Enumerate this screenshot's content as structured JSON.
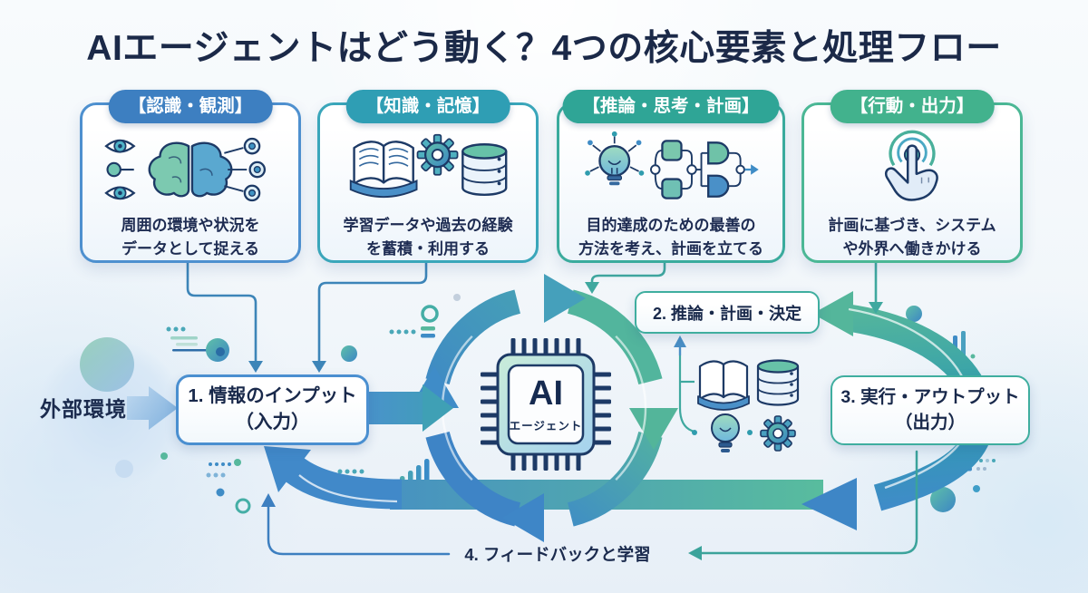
{
  "title": "AIエージェントはどう動く？4つの核心要素と処理フロー",
  "cards": [
    {
      "header": "【認識・観測】",
      "icon": "perception-brain-eyes-icon",
      "description": [
        "周囲の環境や状況を",
        "データとして捉える"
      ],
      "accent": "#3d7fc1"
    },
    {
      "header": "【知識・記憶】",
      "icon": "book-gear-database-icon",
      "description": [
        "学習データや過去の経験",
        "を蓄積・利用する"
      ],
      "accent": "#2f9eb4"
    },
    {
      "header": "【推論・思考・計画】",
      "icon": "lightbulb-flowchart-icon",
      "description": [
        "目的達成のための最善の",
        "方法を考え、計画を立てる"
      ],
      "accent": "#2fa596"
    },
    {
      "header": "【行動・出力】",
      "icon": "tap-hand-icon",
      "description": [
        "計画に基づき、システム",
        "や外界へ働きかける"
      ],
      "accent": "#42b28d"
    }
  ],
  "flow": {
    "external_label": "外部環境",
    "steps": {
      "step1": [
        "1. 情報のインプット",
        "（入力）"
      ],
      "step2": "2. 推論・計画・決定",
      "step3": [
        "3. 実行・アウトプット",
        "（出力）"
      ],
      "step4": "4. フィードバックと学習"
    },
    "agent_chip": {
      "title": "AI",
      "subtitle": "エージェント",
      "icon": "cpu-chip-icon"
    },
    "cycle_icon": "circular-arrows-cycle-icon",
    "memory_cluster_icons": [
      "book-icon",
      "database-icon",
      "lightbulb-icon",
      "gear-icon"
    ]
  },
  "colors": {
    "title_text": "#1b2948",
    "card_accents": [
      "#3d7fc1",
      "#2f9eb4",
      "#2fa596",
      "#42b28d"
    ],
    "arrow_blue": "#4189c9",
    "arrow_green": "#55b79c",
    "box_text": "#19294b"
  }
}
